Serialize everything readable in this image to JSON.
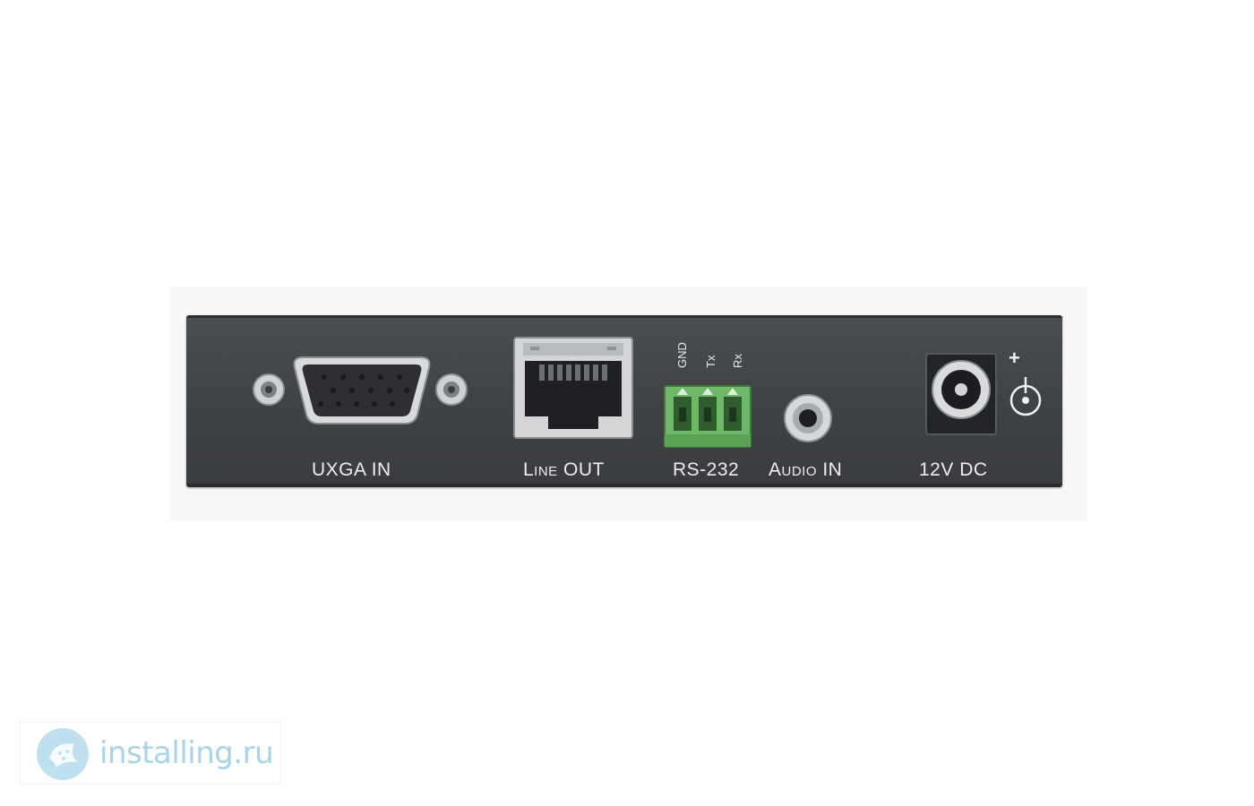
{
  "device_panel": {
    "ports": {
      "uxga_in": "UXGA IN",
      "line_out": "Line OUT",
      "rs232": "RS-232",
      "audio_in": "Audio IN",
      "power": "12V DC"
    },
    "rs232_pins": [
      "GND",
      "Tx",
      "Rx"
    ],
    "power_polarity": "+"
  },
  "watermark": {
    "text": "installing.ru"
  },
  "colors": {
    "panel": "#3f4245",
    "label_text": "#ededed",
    "terminal_block": "#6fb86a",
    "watermark": "#a8d4ea"
  }
}
